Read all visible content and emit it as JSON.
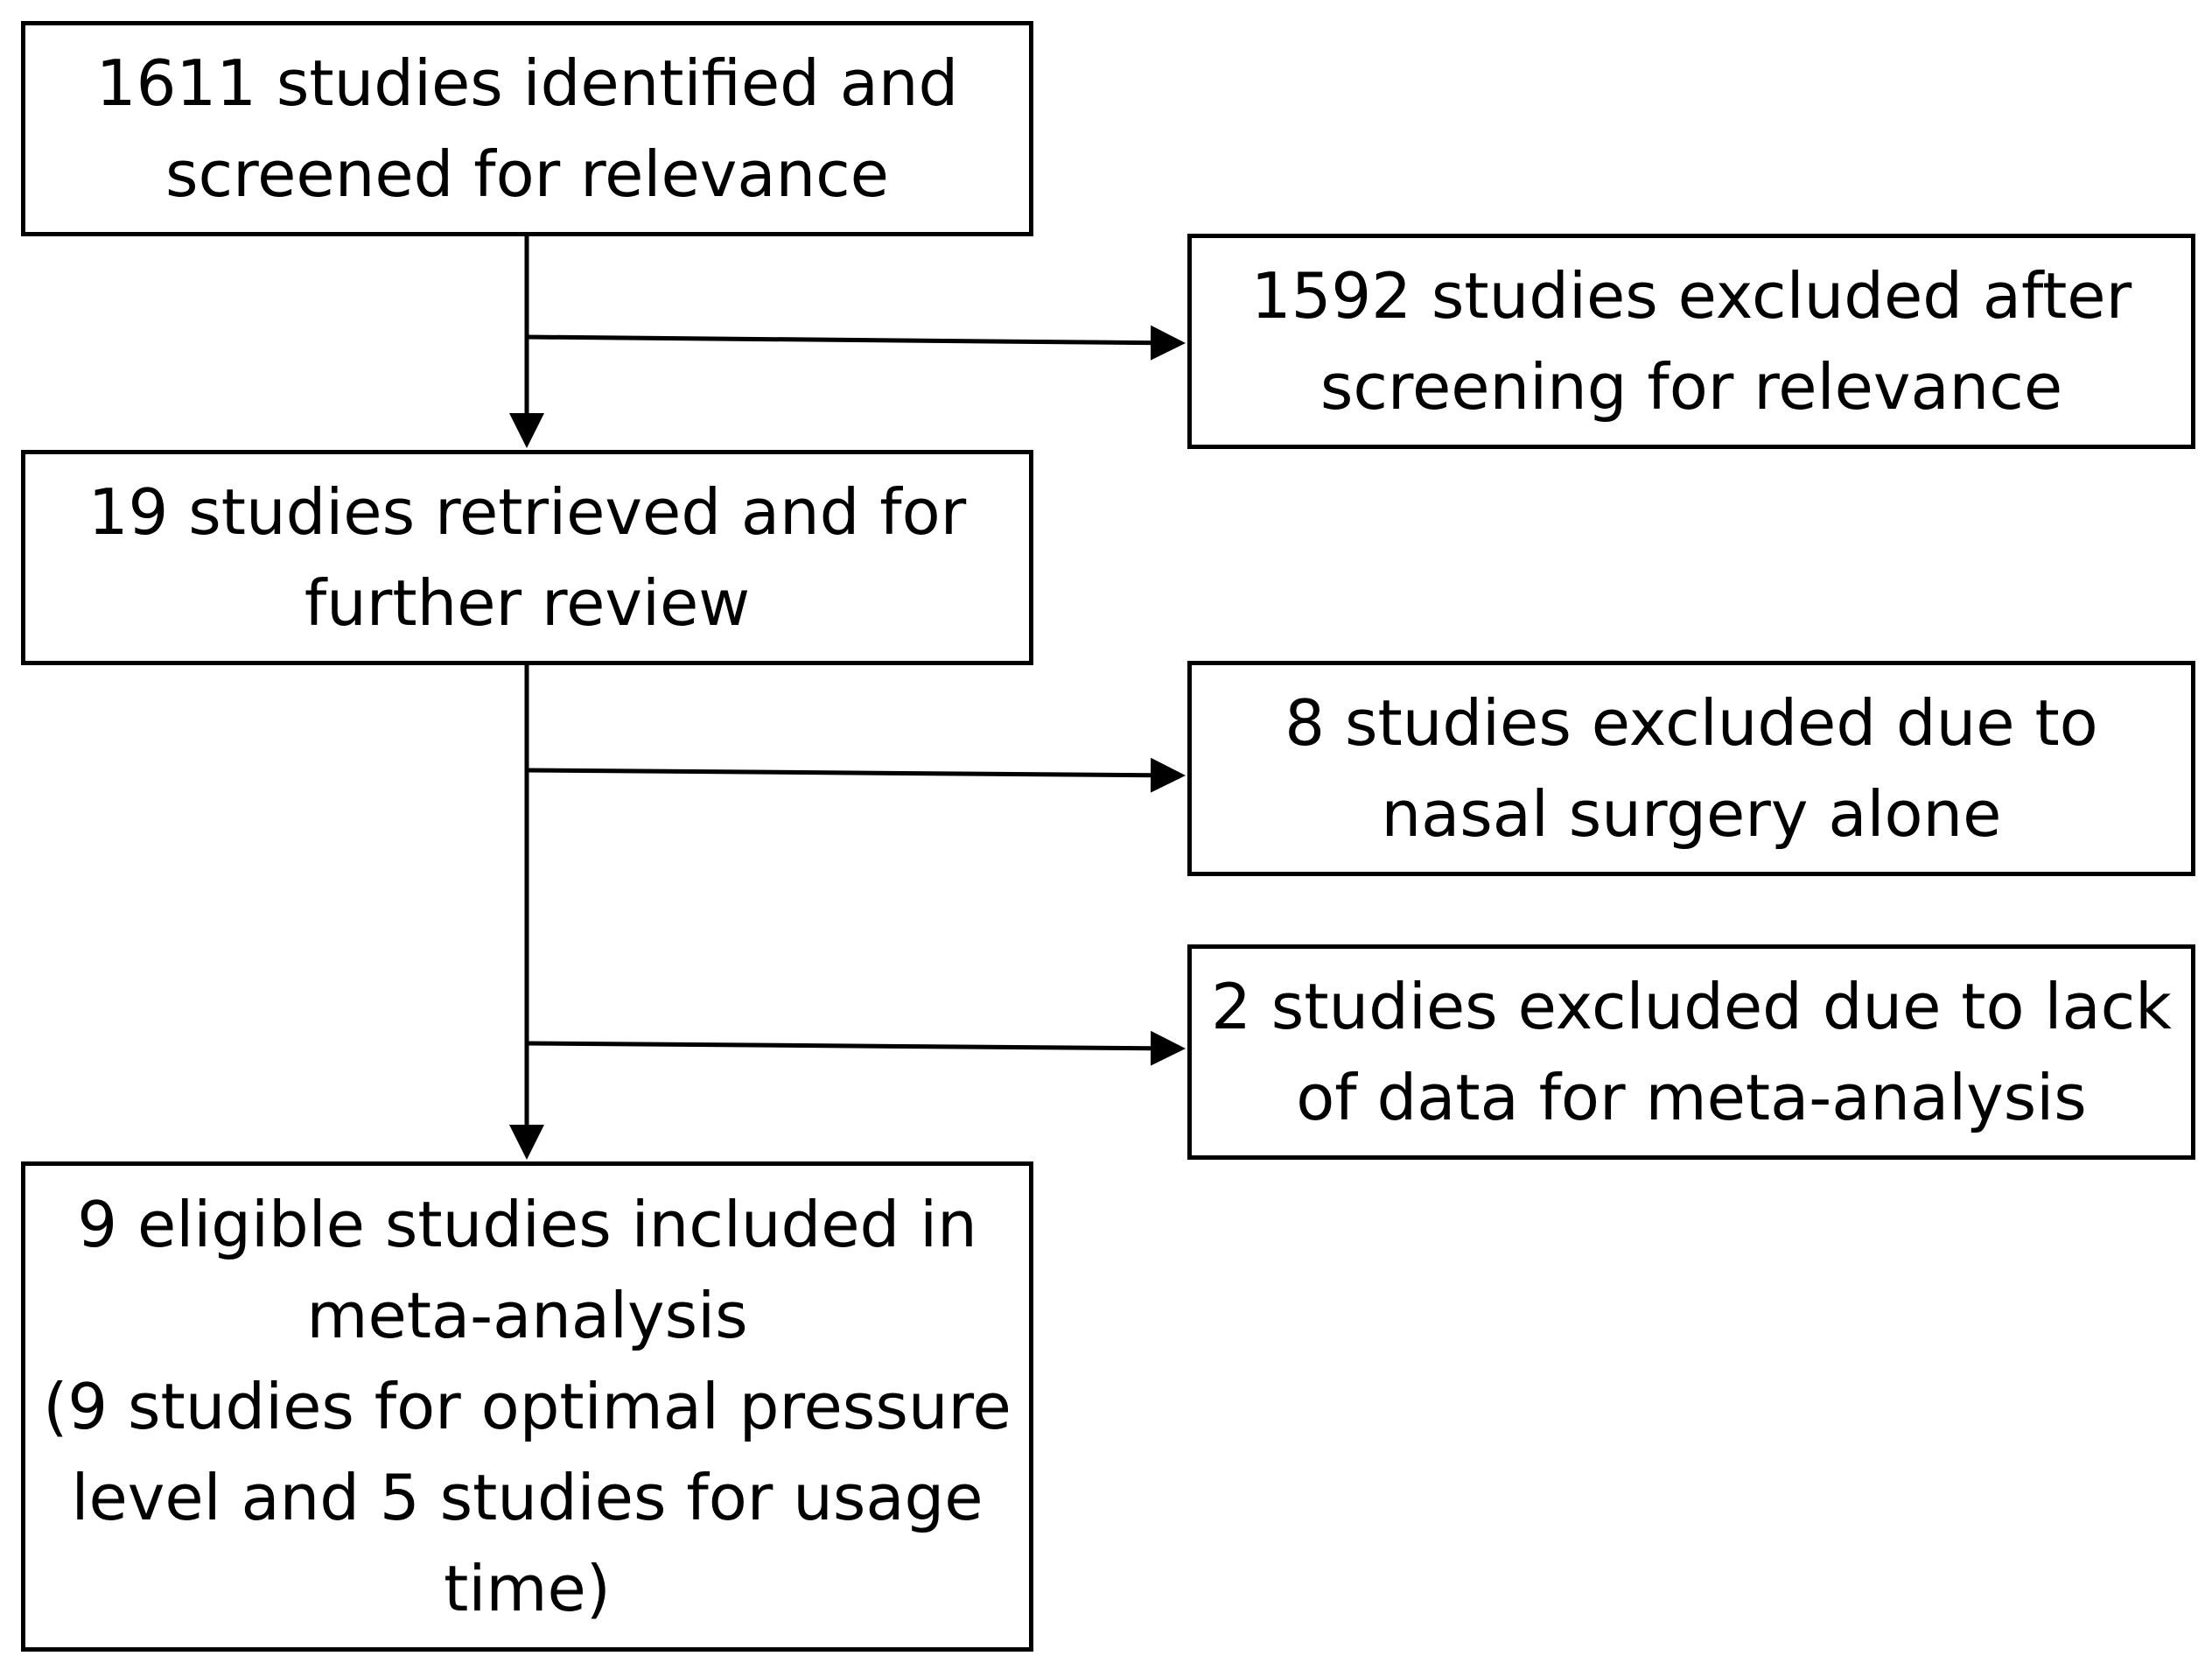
{
  "flowchart": {
    "boxes": {
      "identified": "1611 studies identified and\nscreened for relevance",
      "retrieved": "19 studies retrieved and for\nfurther review",
      "included": "9 eligible studies included in\nmeta-analysis\n(9 studies for optimal pressure\nlevel and 5 studies for usage\ntime)",
      "excluded_screening": "1592 studies excluded after\nscreening for relevance",
      "excluded_nasal": "8 studies excluded due to\nnasal surgery alone",
      "excluded_data": "2 studies excluded due to lack\nof data for meta-analysis"
    },
    "line_color": "#000000"
  }
}
